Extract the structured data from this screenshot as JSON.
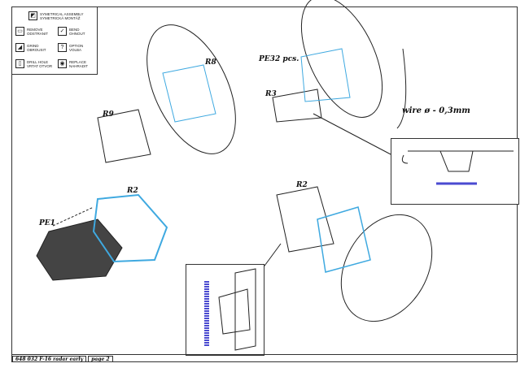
{
  "legend": {
    "symmetrical": "SYMETRICAL ASSEMBLY\nSYMETRICKÁ MONTÁŽ",
    "items": [
      {
        "icon": "remove-icon",
        "label": "REMOVE\nODSTRANIT"
      },
      {
        "icon": "bend-icon",
        "label": "BEND\nOHNOUT"
      },
      {
        "icon": "grind-icon",
        "label": "GRIND\nOBROUSIT"
      },
      {
        "icon": "option-icon",
        "label": "OPTION\nVOLBA"
      },
      {
        "icon": "drill-hole-icon",
        "label": "DRILL HOLE\nVRTAT OTVOR"
      },
      {
        "icon": "replace-icon",
        "label": "REPLACE\nNAHRADIT"
      }
    ]
  },
  "parts": {
    "r8": "R8",
    "r9": "R9",
    "pe3": "PE3",
    "pe3_qty": "2 pcs.",
    "r3": "R3",
    "wire": "wire ø - 0,3mm",
    "r2_left": "R2",
    "pe1": "PE1",
    "r2_right": "R2"
  },
  "footer": {
    "title": "648 032 F-16 radar early",
    "page": "page 2"
  },
  "colors": {
    "highlight": "#3fa9e0",
    "inset_part": "#4a4ad0"
  }
}
